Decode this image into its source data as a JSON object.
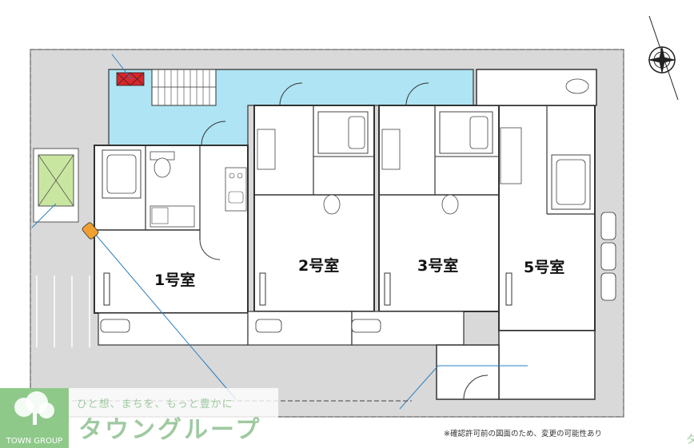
{
  "rooms": [
    {
      "label": "1号室"
    },
    {
      "label": "2号室"
    },
    {
      "label": "3号室"
    },
    {
      "label": "5号室"
    }
  ],
  "note": "※確認許可前の図面のため、変更の可能性あり",
  "brand": {
    "tagline": "ひと想、まちを、もっと豊かに",
    "name": "タウングループ",
    "logo_text": "TOWN GROUP",
    "edge_char": "タ"
  },
  "colors": {
    "site": "#d9d9d9",
    "corridor": "#aee4f3",
    "room": "#ffffff",
    "wall": "#333333",
    "brand": "#8ec98a",
    "meter": "#d8262c",
    "line": "#2a7fbf"
  },
  "icons": [
    "compass-icon",
    "tree-logo-icon",
    "bicycle-icon",
    "stairs-icon",
    "bathtub-icon",
    "toilet-icon",
    "sink-icon",
    "stove-icon"
  ]
}
